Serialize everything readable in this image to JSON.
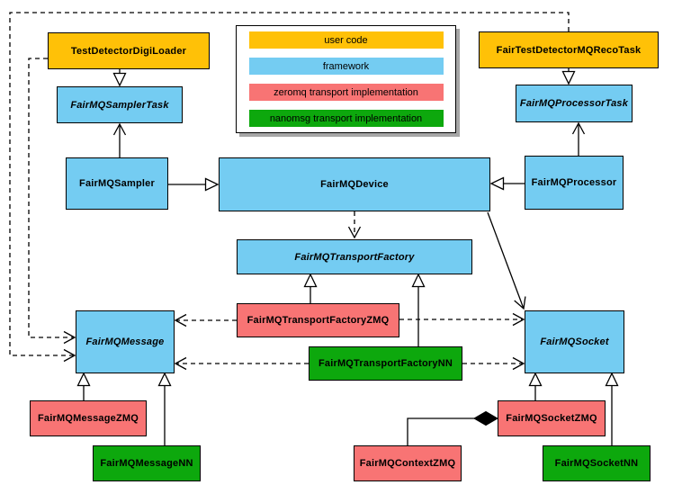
{
  "colors": {
    "user_code": "#ffc107",
    "framework": "#74ccf2",
    "zeromq": "#f87474",
    "nanomsg": "#0da80d",
    "box_border": "#000000",
    "background": "#ffffff"
  },
  "legend": {
    "items": [
      {
        "label": "user code",
        "category": "user_code"
      },
      {
        "label": "framework",
        "category": "framework"
      },
      {
        "label": "zeromq transport implementation",
        "category": "zeromq"
      },
      {
        "label": "nanomsg transport implementation",
        "category": "nanomsg"
      }
    ]
  },
  "nodes": {
    "testDetectorDigiLoader": {
      "label": "TestDetectorDigiLoader",
      "category": "user_code",
      "abstract": false
    },
    "fairMQSamplerTask": {
      "label": "FairMQSamplerTask",
      "category": "framework",
      "abstract": true
    },
    "fairMQSampler": {
      "label": "FairMQSampler",
      "category": "framework",
      "abstract": false
    },
    "fairTestDetectorMQRecoTask": {
      "label": "FairTestDetectorMQRecoTask",
      "category": "user_code",
      "abstract": false
    },
    "fairMQProcessorTask": {
      "label": "FairMQProcessorTask",
      "category": "framework",
      "abstract": true
    },
    "fairMQProcessor": {
      "label": "FairMQProcessor",
      "category": "framework",
      "abstract": false
    },
    "fairMQDevice": {
      "label": "FairMQDevice",
      "category": "framework",
      "abstract": false
    },
    "fairMQTransportFactory": {
      "label": "FairMQTransportFactory",
      "category": "framework",
      "abstract": true
    },
    "fairMQTransportFactoryZMQ": {
      "label": "FairMQTransportFactoryZMQ",
      "category": "zeromq",
      "abstract": false
    },
    "fairMQTransportFactoryNN": {
      "label": "FairMQTransportFactoryNN",
      "category": "nanomsg",
      "abstract": false
    },
    "fairMQMessage": {
      "label": "FairMQMessage",
      "category": "framework",
      "abstract": true
    },
    "fairMQSocket": {
      "label": "FairMQSocket",
      "category": "framework",
      "abstract": true
    },
    "fairMQMessageZMQ": {
      "label": "FairMQMessageZMQ",
      "category": "zeromq",
      "abstract": false
    },
    "fairMQMessageNN": {
      "label": "FairMQMessageNN",
      "category": "nanomsg",
      "abstract": false
    },
    "fairMQContextZMQ": {
      "label": "FairMQContextZMQ",
      "category": "zeromq",
      "abstract": false
    },
    "fairMQSocketZMQ": {
      "label": "FairMQSocketZMQ",
      "category": "zeromq",
      "abstract": false
    },
    "fairMQSocketNN": {
      "label": "FairMQSocketNN",
      "category": "nanomsg",
      "abstract": false
    }
  },
  "edges": [
    {
      "from": "TestDetectorDigiLoader",
      "to": "FairMQSamplerTask",
      "type": "inheritance",
      "line": "solid"
    },
    {
      "from": "FairTestDetectorMQRecoTask",
      "to": "FairMQProcessorTask",
      "type": "inheritance",
      "line": "solid"
    },
    {
      "from": "FairMQSampler",
      "to": "FairMQDevice",
      "type": "inheritance",
      "line": "solid"
    },
    {
      "from": "FairMQProcessor",
      "to": "FairMQDevice",
      "type": "inheritance",
      "line": "solid"
    },
    {
      "from": "FairMQSampler",
      "to": "FairMQSamplerTask",
      "type": "association",
      "line": "solid"
    },
    {
      "from": "FairMQProcessor",
      "to": "FairMQProcessorTask",
      "type": "association",
      "line": "solid"
    },
    {
      "from": "FairMQDevice",
      "to": "FairMQTransportFactory",
      "type": "dependency",
      "line": "dashed"
    },
    {
      "from": "FairMQDevice",
      "to": "FairMQSocket",
      "type": "association",
      "line": "solid"
    },
    {
      "from": "FairMQTransportFactoryZMQ",
      "to": "FairMQTransportFactory",
      "type": "inheritance",
      "line": "solid"
    },
    {
      "from": "FairMQTransportFactoryNN",
      "to": "FairMQTransportFactory",
      "type": "inheritance",
      "line": "solid"
    },
    {
      "from": "FairMQTransportFactoryZMQ",
      "to": "FairMQMessage",
      "type": "dependency",
      "line": "dashed"
    },
    {
      "from": "FairMQTransportFactoryZMQ",
      "to": "FairMQSocket",
      "type": "dependency",
      "line": "dashed"
    },
    {
      "from": "FairMQTransportFactoryNN",
      "to": "FairMQMessage",
      "type": "dependency",
      "line": "dashed"
    },
    {
      "from": "FairMQTransportFactoryNN",
      "to": "FairMQSocket",
      "type": "dependency",
      "line": "dashed"
    },
    {
      "from": "TestDetectorDigiLoader",
      "to": "FairMQMessage",
      "type": "dependency",
      "line": "dashed"
    },
    {
      "from": "FairTestDetectorMQRecoTask",
      "to": "FairMQMessage",
      "type": "dependency",
      "line": "dashed"
    },
    {
      "from": "FairMQMessageZMQ",
      "to": "FairMQMessage",
      "type": "inheritance",
      "line": "solid"
    },
    {
      "from": "FairMQMessageNN",
      "to": "FairMQMessage",
      "type": "inheritance",
      "line": "solid"
    },
    {
      "from": "FairMQSocketZMQ",
      "to": "FairMQSocket",
      "type": "inheritance",
      "line": "solid"
    },
    {
      "from": "FairMQSocketNN",
      "to": "FairMQSocket",
      "type": "inheritance",
      "line": "solid"
    },
    {
      "from": "FairMQSocketZMQ",
      "to": "FairMQContextZMQ",
      "type": "composition",
      "line": "solid"
    }
  ]
}
